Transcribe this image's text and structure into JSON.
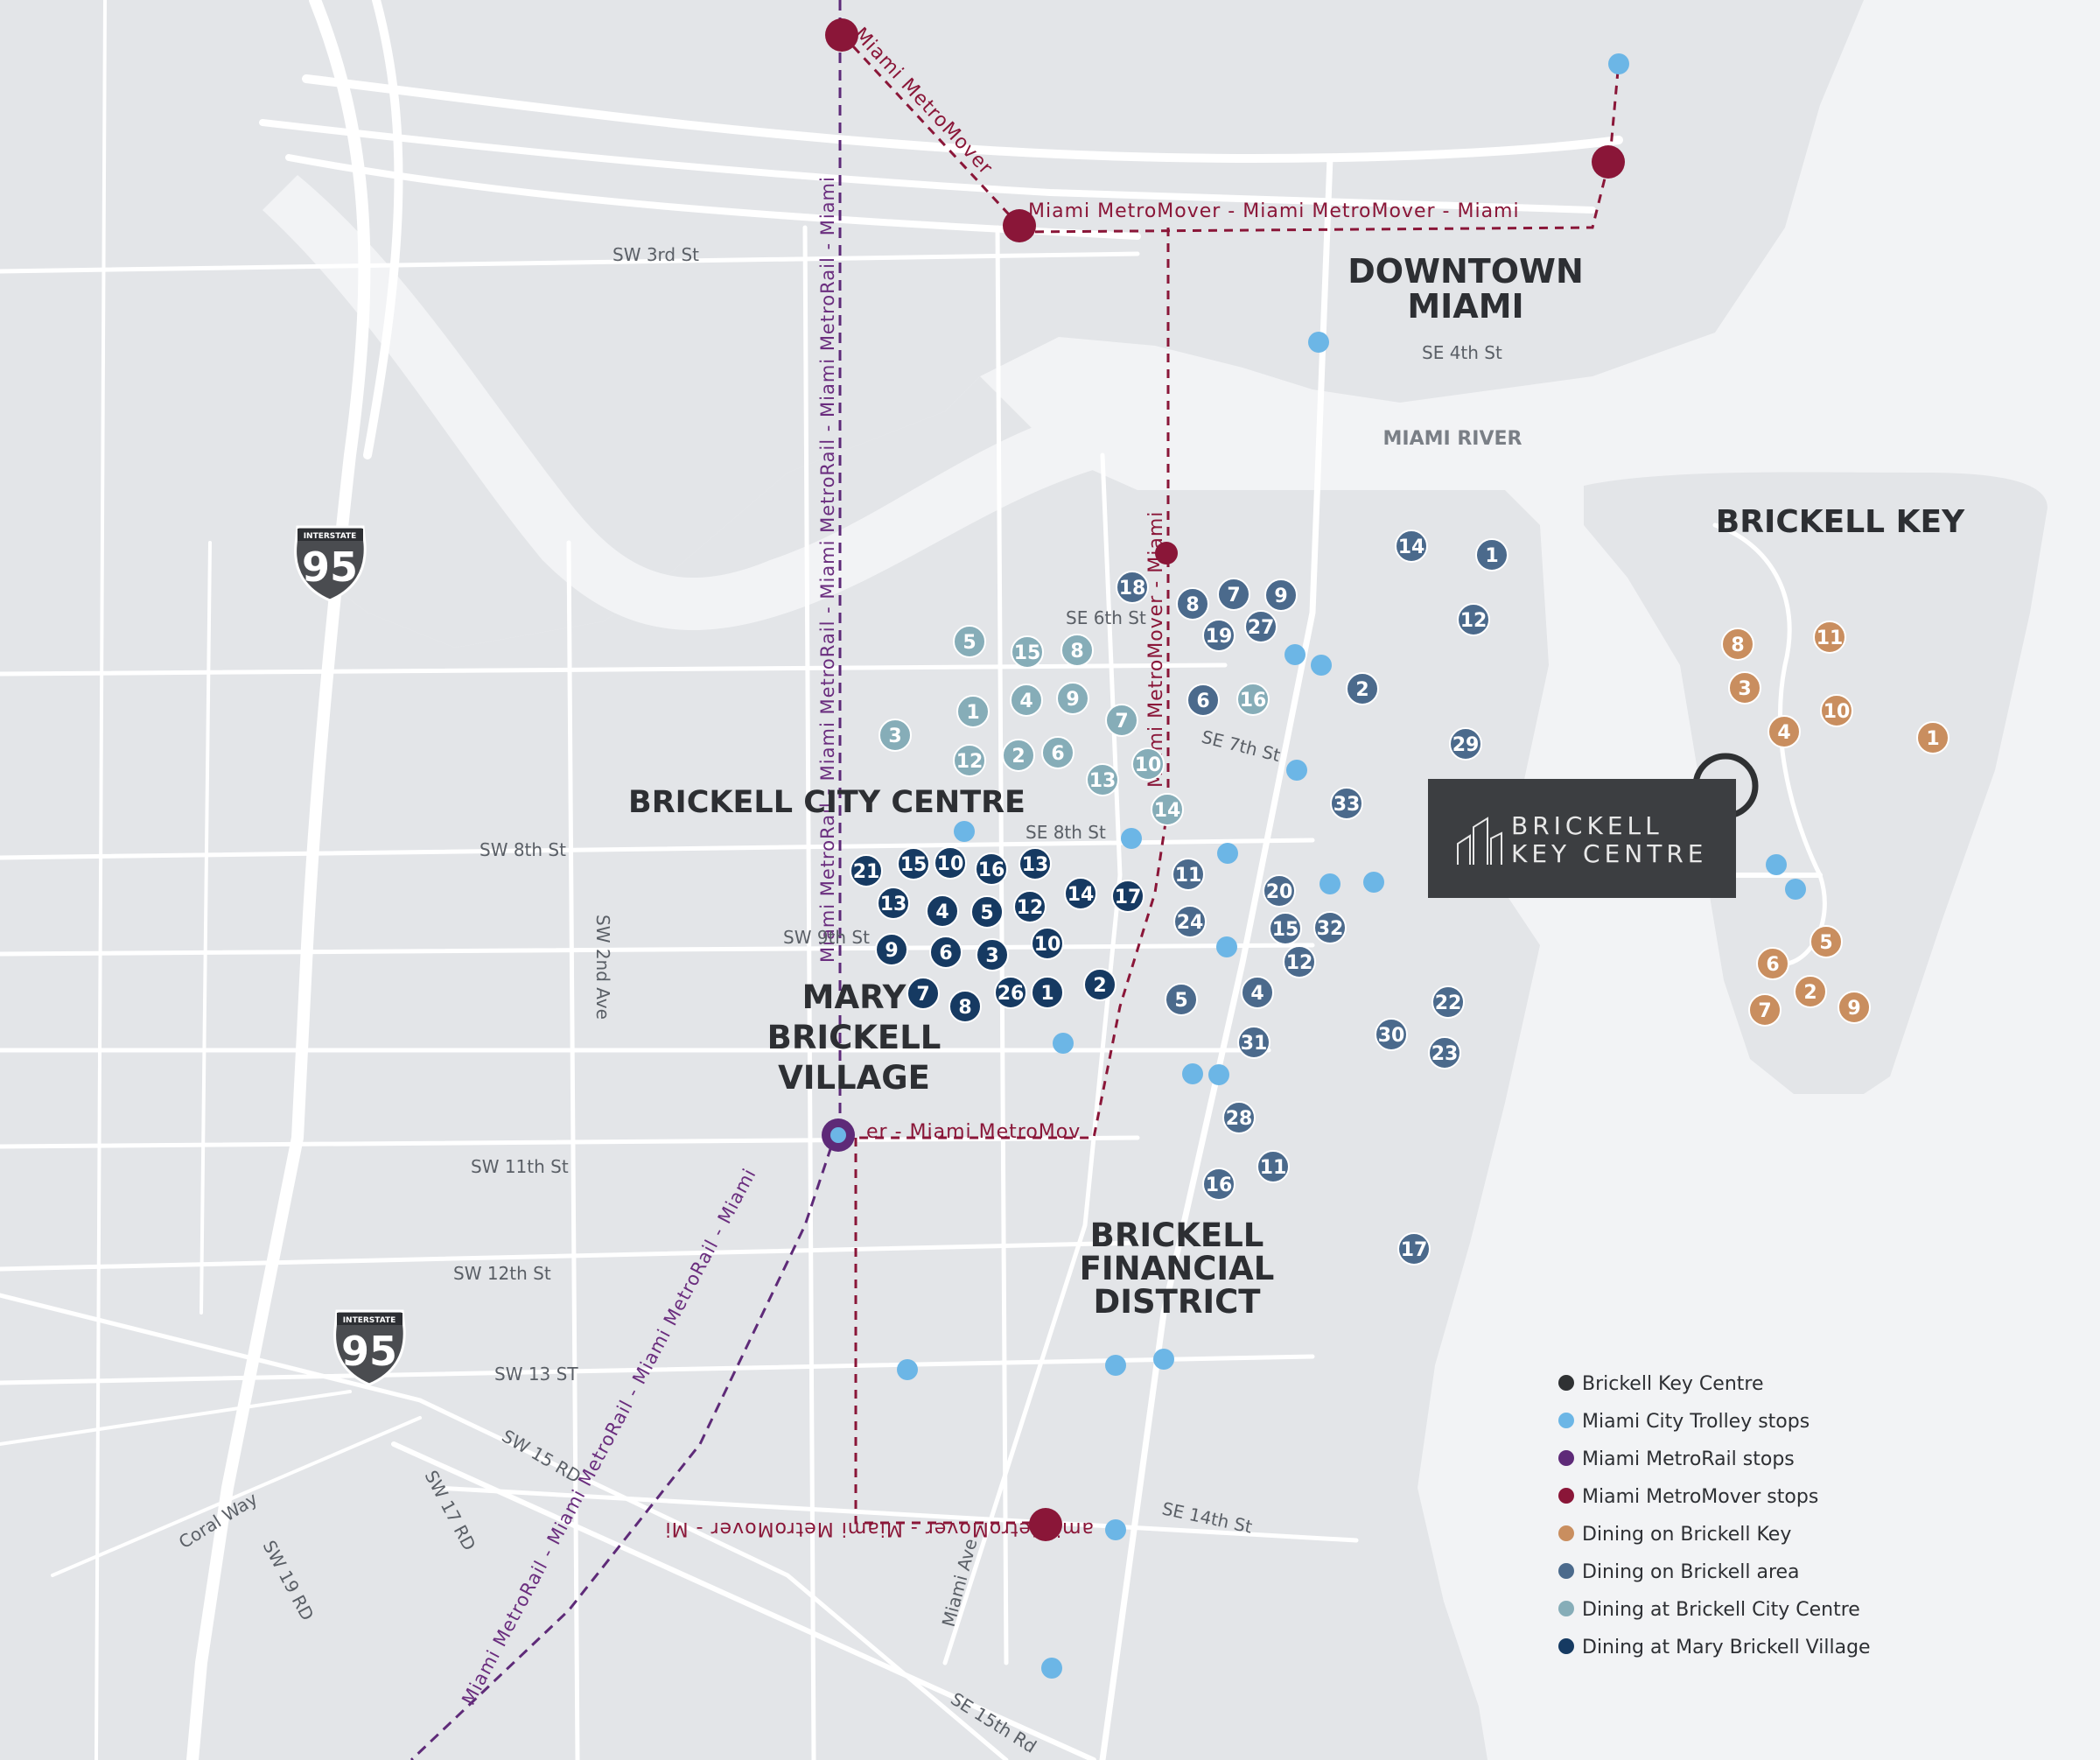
{
  "colors": {
    "land": "#e3e5e8",
    "water": "#f2f3f5",
    "road": "#ffffff",
    "brickell_key_centre": "#2f3133",
    "trolley": "#6cb6e6",
    "metrorail": "#5e2a78",
    "metromover": "#8a1638",
    "dining_brickell_key": "#c98e5f",
    "dining_brickell_area": "#4b6a8c",
    "dining_brickell_city_centre": "#86adb8",
    "dining_mary_brickell_village": "#163a62"
  },
  "area_labels": {
    "downtown_miami": [
      "DOWNTOWN",
      "MIAMI"
    ],
    "miami_river": "MIAMI RIVER",
    "brickell_key": "BRICKELL KEY",
    "brickell_city_centre": "BRICKELL CITY CENTRE",
    "mary_brickell_village": [
      "MARY",
      "BRICKELL",
      "VILLAGE"
    ],
    "brickell_financial_district": [
      "BRICKELL",
      "FINANCIAL",
      "DISTRICT"
    ]
  },
  "streets": {
    "sw3": "SW 3rd St",
    "se4": "SE 4th St",
    "se6": "SE 6th St",
    "se7": "SE 7th St",
    "sw8": "SW 8th St",
    "se8": "SE 8th St",
    "sw9": "SW 9th St",
    "sw11": "SW 11th St",
    "sw12": "SW 12th St",
    "sw13": "SW 13 ST",
    "sw15rd": "SW 15 RD",
    "sw17rd": "SW 17 RD",
    "sw19rd": "SW 19 RD",
    "coral": "Coral Way",
    "se14": "SE 14th St",
    "se15rd": "SE 15th Rd",
    "miami_ave": "Miami Ave",
    "sw2ave": "SW 2nd Ave"
  },
  "interstate": {
    "top": "INTERSTATE",
    "number": "95"
  },
  "transit_lines": {
    "metromover": "Miami MetroMover",
    "metromover_repeat": "Miami MetroMover - Miami MetroMover - Miami",
    "metromover_vertical": "Miami MetroMover - Miami",
    "metromover_short": "er - Miami MetroMov",
    "metromover_bottom": "ami MetroMover - Miami MetroMover - Mi",
    "metrorail_vertical": "Miami MetroRail - Miami MetroRail - Miami MetroRail - Miami MetroRail - Miami",
    "metrorail_diagonal": "Miami MetroRail - Miami MetroRail - Miami MetroRail - Miami"
  },
  "brickell_key_centre": {
    "line1": "BRICKELL",
    "line2": "KEY CENTRE"
  },
  "legend": [
    {
      "label": "Brickell Key Centre",
      "color": "#2f3133"
    },
    {
      "label": "Miami City Trolley stops",
      "color": "#6cb6e6"
    },
    {
      "label": "Miami MetroRail stops",
      "color": "#5e2a78"
    },
    {
      "label": "Miami MetroMover stops",
      "color": "#8a1638"
    },
    {
      "label": "Dining on Brickell Key",
      "color": "#c98e5f"
    },
    {
      "label": "Dining on Brickell area",
      "color": "#4b6a8c"
    },
    {
      "label": "Dining at Brickell City Centre",
      "color": "#86adb8"
    },
    {
      "label": "Dining at Mary Brickell Village",
      "color": "#163a62"
    }
  ],
  "dining_markers": {
    "brickell_key": [
      "8",
      "11",
      "3",
      "10",
      "4",
      "1",
      "5",
      "6",
      "2",
      "7",
      "9"
    ],
    "brickell_area": [
      "14",
      "1",
      "12",
      "18",
      "8",
      "7",
      "9",
      "19",
      "27",
      "6",
      "2",
      "29",
      "33",
      "11",
      "20",
      "24",
      "15",
      "32",
      "12",
      "5",
      "4",
      "22",
      "30",
      "23",
      "31",
      "28",
      "11",
      "16",
      "17"
    ],
    "brickell_city_centre": [
      "5",
      "15",
      "8",
      "1",
      "4",
      "9",
      "7",
      "3",
      "12",
      "2",
      "6",
      "13",
      "10",
      "14",
      "16"
    ],
    "mary_brickell_village": [
      "15",
      "10",
      "16",
      "13",
      "21",
      "13",
      "4",
      "5",
      "12",
      "14",
      "17",
      "9",
      "6",
      "3",
      "10",
      "7",
      "8",
      "26",
      "1",
      "2"
    ]
  }
}
